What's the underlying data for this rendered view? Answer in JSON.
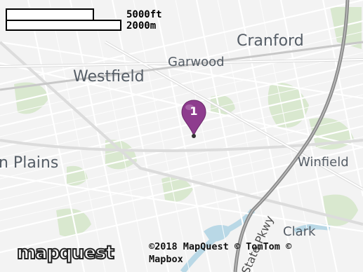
{
  "scale": {
    "imperial_label": "5000ft",
    "metric_label": "2000m"
  },
  "places": {
    "cranford": "Cranford",
    "garwood": "Garwood",
    "westfield": "Westfield",
    "plains": "n Plains",
    "winfield": "Winfield",
    "clark": "Clark"
  },
  "roads": {
    "parkway": "State Pkwy"
  },
  "marker": {
    "number": "1",
    "color": "#8e3c8e"
  },
  "logo": {
    "text": "mapquest"
  },
  "attribution": {
    "line1": "©2018 MapQuest © TomTom ©",
    "line2": "Mapbox"
  },
  "colors": {
    "land": "#f3f3f3",
    "park": "#d9e8cf",
    "water": "#b9d8e6",
    "highway": "#8a8a8a",
    "minor_road": "#ffffff"
  }
}
